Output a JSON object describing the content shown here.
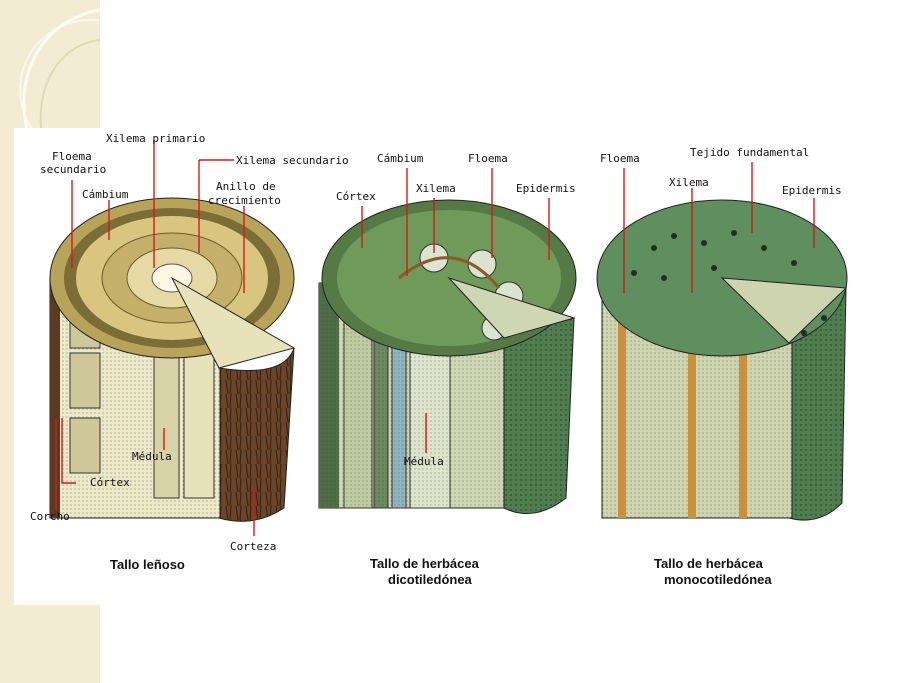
{
  "colors": {
    "leader": "#d11a1a",
    "cork": "#5a3a22",
    "dicot_green": "#6f9a5a",
    "monocot_green": "#5f8f5f",
    "border_cream": "#f3ecd2"
  },
  "woody": {
    "caption": "Tallo leñoso",
    "labels": {
      "xilema_primario": "Xilema primario",
      "floema_secundario_1": "Floema",
      "floema_secundario_2": "secundario",
      "xilema_secundario": "Xilema secundario",
      "cambium": "Cámbium",
      "anillo_1": "Anillo de",
      "anillo_2": "crecimiento",
      "medula": "Médula",
      "cortex": "Córtex",
      "corcho": "Corcho",
      "corteza": "Corteza"
    }
  },
  "dicot": {
    "caption_1": "Tallo de herbácea",
    "caption_2": "dicotiledónea",
    "labels": {
      "cambium": "Cámbium",
      "floema": "Floema",
      "cortex": "Córtex",
      "xilema": "Xilema",
      "epidermis": "Epidermis",
      "medula": "Médula"
    }
  },
  "monocot": {
    "caption_1": "Tallo de herbácea",
    "caption_2": "monocotiledónea",
    "labels": {
      "floema": "Floema",
      "tejido": "Tejido fundamental",
      "xilema": "Xilema",
      "epidermis": "Epidermis"
    }
  }
}
